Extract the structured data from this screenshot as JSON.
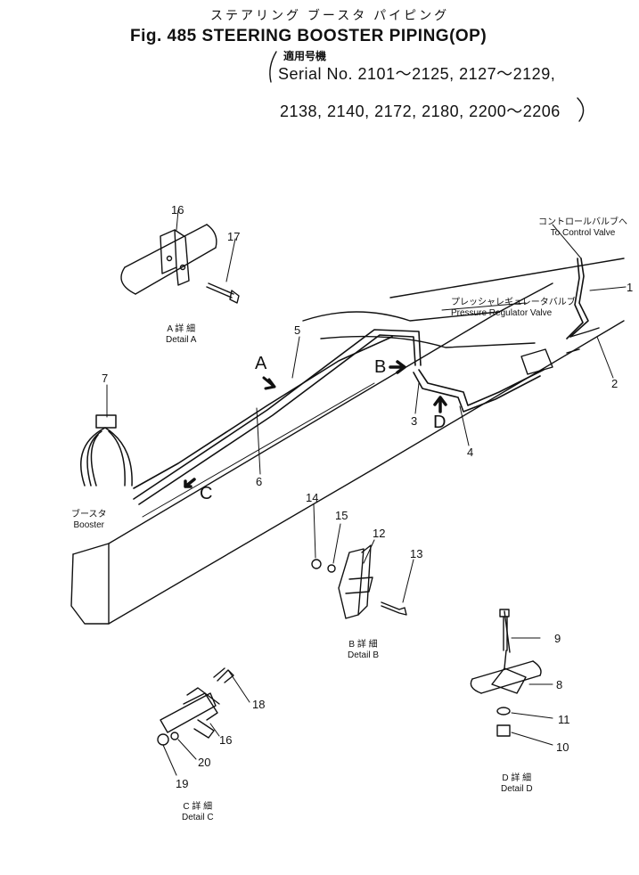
{
  "header": {
    "title_jp": "ステアリング ブースタ パイピング",
    "title_en": "Fig. 485 STEERING BOOSTER PIPING(OP)",
    "serial_heading_jp": "適用号機",
    "serial_line1": "Serial No. 2101～2125, 2127～2129,",
    "serial_line2": "2138, 2140, 2172, 2180, 2200～2206"
  },
  "annotations": {
    "control_valve_jp": "コントロールバルブへ",
    "control_valve_en": "To Control Valve",
    "pressure_jp": "プレッシャレギュレータバルブ",
    "pressure_en": "Pressure Regulator Valve",
    "booster_jp": "ブースタ",
    "booster_en": "Booster",
    "detail_a_jp": "A 詳 細",
    "detail_a_en": "Detail A",
    "detail_b_jp": "B 詳 細",
    "detail_b_en": "Detail B",
    "detail_c_jp": "C 詳 細",
    "detail_c_en": "Detail C",
    "detail_d_jp": "D 詳 細",
    "detail_d_en": "Detail D"
  },
  "views": {
    "a": "A",
    "b": "B",
    "c": "C",
    "d": "D"
  },
  "parts": {
    "p1": "1",
    "p2": "2",
    "p3": "3",
    "p4": "4",
    "p5": "5",
    "p6": "6",
    "p7": "7",
    "p8": "8",
    "p9": "9",
    "p10": "10",
    "p11": "11",
    "p12": "12",
    "p13": "13",
    "p14": "14",
    "p15": "15",
    "p16a": "16",
    "p16c": "16",
    "p17": "17",
    "p18": "18",
    "p19": "19",
    "p20": "20"
  }
}
